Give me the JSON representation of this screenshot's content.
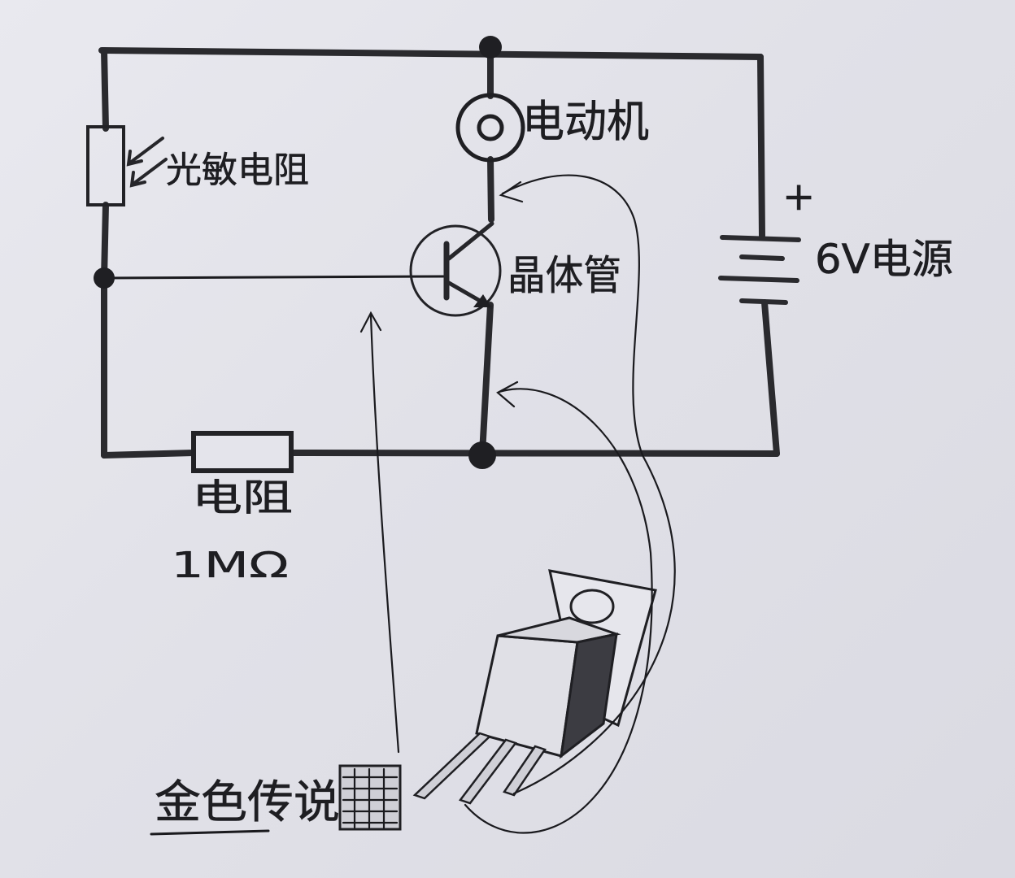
{
  "labels": {
    "motor": "电动机",
    "photoresistor": "光敏电阻",
    "transistor": "晶体管",
    "power": "6V电源",
    "plus": "+",
    "resistor": "电阻",
    "resistor_value": "1MΩ",
    "pinout": "金色传说"
  },
  "colors": {
    "paper": "#e4e4eb",
    "ink": "#1e1e22"
  }
}
